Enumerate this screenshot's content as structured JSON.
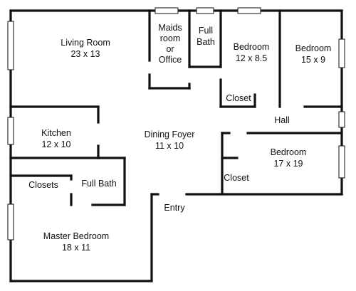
{
  "rooms": {
    "living_room": {
      "name": "Living Room",
      "size": "23 x 13"
    },
    "maids_room": {
      "line1": "Maids",
      "line2": "room",
      "line3": "or",
      "line4": "Office"
    },
    "full_bath_top": {
      "line1": "Full",
      "line2": "Bath"
    },
    "bedroom_1": {
      "name": "Bedroom",
      "size": "12 x 8.5"
    },
    "bedroom_2": {
      "name": "Bedroom",
      "size": "15 x 9"
    },
    "closet_top": {
      "name": "Closet"
    },
    "hall": {
      "name": "Hall"
    },
    "kitchen": {
      "name": "Kitchen",
      "size": "12 x 10"
    },
    "dining_foyer": {
      "name": "Dining Foyer",
      "size": "11 x 10"
    },
    "bedroom_3": {
      "name": "Bedroom",
      "size": "17 x 19"
    },
    "closet_right": {
      "name": "Closet"
    },
    "closets": {
      "name": "Closets"
    },
    "full_bath_bottom": {
      "name": "Full Bath"
    },
    "entry": {
      "name": "Entry"
    },
    "master_bedroom": {
      "name": "Master Bedroom",
      "size": "18 x 11"
    }
  }
}
